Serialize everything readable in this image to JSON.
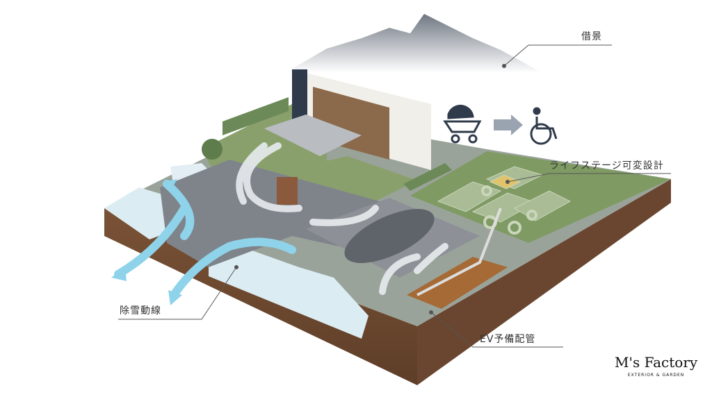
{
  "labels": {
    "borrowed_scenery": "借景",
    "life_stage": "ライフステージ可変設計",
    "snow_route": "除雪動線",
    "ev_piping": "EV予備配管"
  },
  "logo": {
    "name": "M's Factory",
    "tagline": "EXTERIOR & GARDEN"
  },
  "colors": {
    "snow_arrow": "#8fd3ea",
    "soil": "#6e4a32",
    "grass": "#7f9a63",
    "road": "#8d9197",
    "mountain": "#6f7782"
  }
}
